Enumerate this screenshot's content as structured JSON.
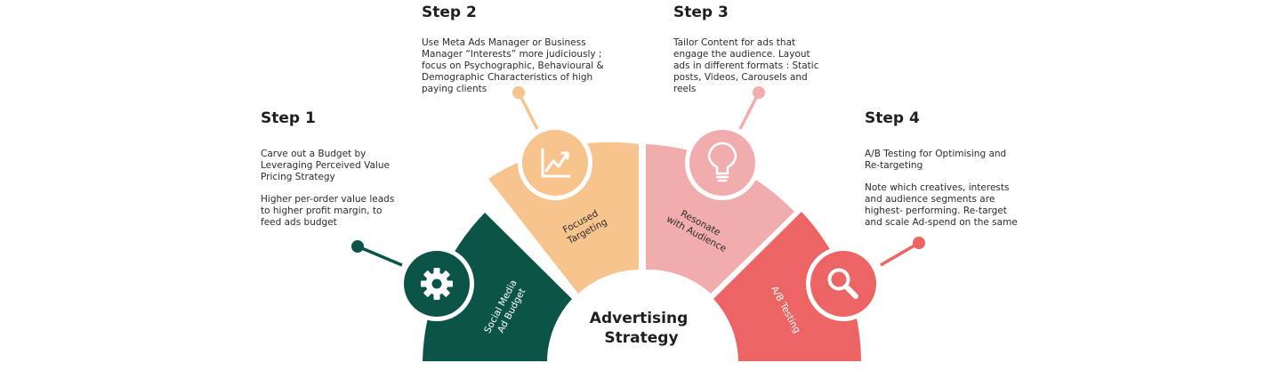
{
  "center": {
    "line1": "Advertising",
    "line2": "Strategy"
  },
  "colors": {
    "step1": "#0c5448",
    "step2": "#f6c48c",
    "step3": "#f1adae",
    "step4": "#ec6463"
  },
  "steps": [
    {
      "title": "Step 1",
      "paragraphs": [
        "Carve out a Budget by Leveraging Perceived Value Pricing  Strategy",
        "Higher per-order value leads to higher profit margin, to feed ads budget"
      ],
      "segment": {
        "line1": "Social Media",
        "line2": "Ad Budget"
      },
      "icon": "gear-icon"
    },
    {
      "title": "Step 2",
      "paragraphs": [
        "Use Meta Ads Manager or Business Manager “Interests” more judiciously ; focus on Psychographic, Behavioural & Demographic Characteristics of high paying clients"
      ],
      "segment": {
        "line1": "Focused",
        "line2": "Targeting"
      },
      "icon": "trend-chart-icon"
    },
    {
      "title": "Step 3",
      "paragraphs": [
        "Tailor Content for ads that engage the audience. Layout ads in different formats : Static posts, Videos, Carousels and reels"
      ],
      "segment": {
        "line1": "Resonate",
        "line2": "with Audience"
      },
      "icon": "lightbulb-icon"
    },
    {
      "title": "Step 4",
      "paragraphs": [
        "A/B Testing for Optimising and Re-targeting",
        "Note which creatives, interests and audience segments are highest- performing. Re-target and scale Ad-spend on the same"
      ],
      "segment": {
        "line1": "A/B Testing",
        "line2": ""
      },
      "icon": "magnifier-icon"
    }
  ]
}
